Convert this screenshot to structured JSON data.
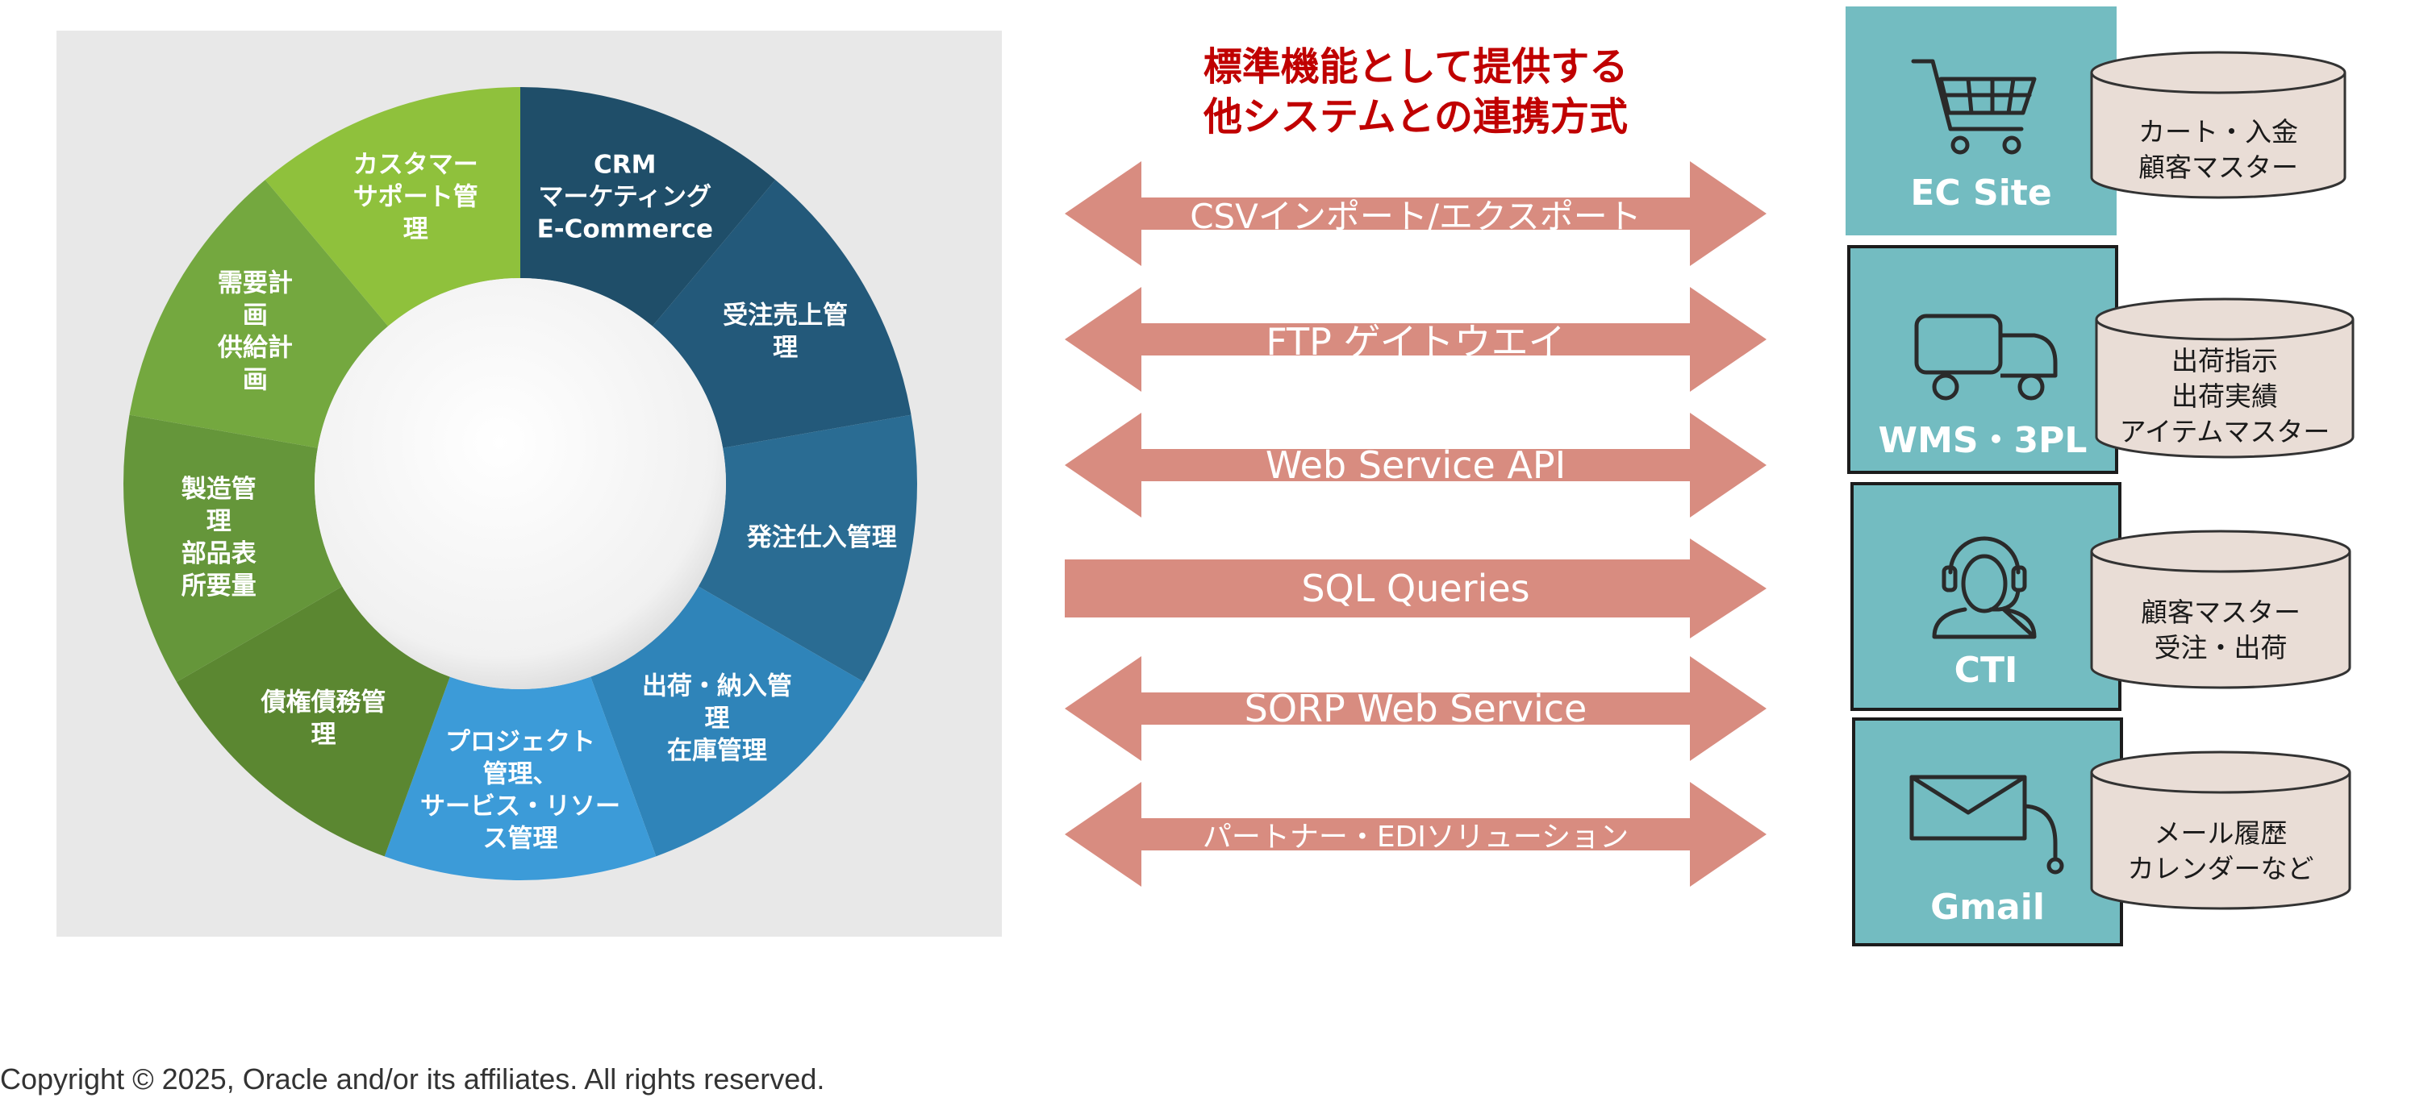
{
  "wheel": {
    "segments": [
      {
        "lines": [
          "CRM",
          "マーケティング",
          "E-Commerce"
        ],
        "color": "#1f4e69"
      },
      {
        "lines": [
          "受注売上管",
          "理"
        ],
        "color": "#23597a"
      },
      {
        "lines": [
          "発注仕入管理"
        ],
        "color": "#2a6c93"
      },
      {
        "lines": [
          "出荷・納入管",
          "理",
          "在庫管理"
        ],
        "color": "#2f84b9"
      },
      {
        "lines": [
          "プロジェクト",
          "管理、",
          "サービス・リソー",
          "ス管理"
        ],
        "color": "#3c9bd8"
      },
      {
        "lines": [
          "債権債務管",
          "理"
        ],
        "color": "#5b8731"
      },
      {
        "lines": [
          "製造管",
          "理",
          "部品表",
          "所要量"
        ],
        "color": "#65963a"
      },
      {
        "lines": [
          "需要計",
          "画",
          "供給計",
          "画"
        ],
        "color": "#74a83f"
      },
      {
        "lines": [
          "カスタマー",
          "サポート管",
          "理"
        ],
        "color": "#8fc13c"
      }
    ]
  },
  "title": {
    "line1": "標準機能として提供する",
    "line2": "他システムとの連携方式"
  },
  "arrows": [
    {
      "label": "CSVインポート/エクスポート",
      "type": "double"
    },
    {
      "label": "FTP ゲイトウエイ",
      "type": "double"
    },
    {
      "label": "Web Service API",
      "type": "double"
    },
    {
      "label": "SQL Queries",
      "type": "single"
    },
    {
      "label": "SORP Web Service",
      "type": "double"
    },
    {
      "label": "パートナー・EDIソリューション",
      "type": "double"
    }
  ],
  "systems": [
    {
      "name": "EC Site",
      "icon": "cart-icon",
      "data_lines": [
        "カート・入金",
        "顧客マスター"
      ]
    },
    {
      "name": "WMS・3PL",
      "icon": "truck-icon",
      "data_lines": [
        "出荷指示",
        "出荷実績",
        "アイテムマスター"
      ]
    },
    {
      "name": "CTI",
      "icon": "headset-icon",
      "data_lines": [
        "顧客マスター",
        "受注・出荷"
      ]
    },
    {
      "name": "Gmail",
      "icon": "mail-icon",
      "data_lines": [
        "メール履歴",
        "カレンダーなど"
      ]
    }
  ],
  "colors": {
    "title": "#c00000",
    "arrow": "#d88c80",
    "system_box": "#73bcc1",
    "cylinder": "#e9ddd6",
    "panel": "#e8e8e8"
  },
  "copyright": "Copyright © 2025, Oracle and/or its affiliates. All rights reserved."
}
